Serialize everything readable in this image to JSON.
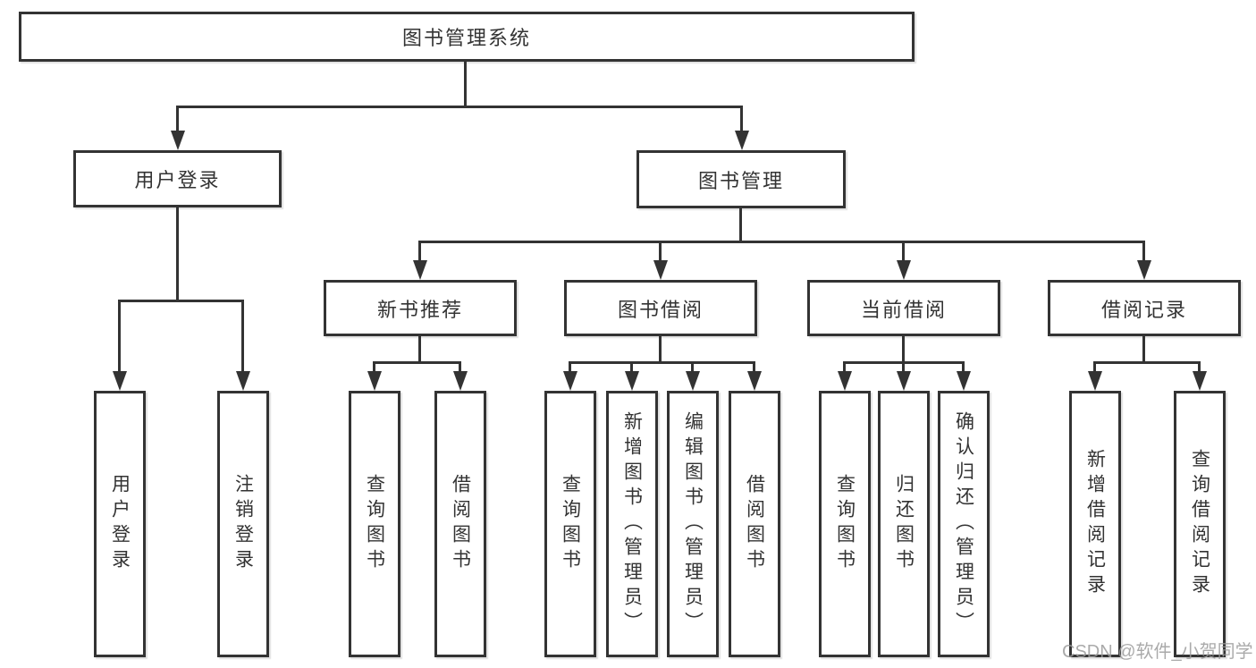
{
  "colors": {
    "line": "#333333",
    "text": "#333333",
    "background": "#ffffff",
    "watermark": "#9b9b9b"
  },
  "watermark": {
    "text": "CSDN @软件_小贺同学"
  },
  "diagram": {
    "root": {
      "label": "图书管理系统"
    },
    "level2": [
      {
        "label": "用户登录"
      },
      {
        "label": "图书管理"
      }
    ],
    "level3": [
      {
        "label": "新书推荐"
      },
      {
        "label": "图书借阅"
      },
      {
        "label": "当前借阅"
      },
      {
        "label": "借阅记录"
      }
    ],
    "leaves": {
      "user_login": [
        {
          "label": "用户登录"
        },
        {
          "label": "注销登录"
        }
      ],
      "new_book_recommend": [
        {
          "label": "查询图书"
        },
        {
          "label": "借阅图书"
        }
      ],
      "book_borrow": [
        {
          "label": "查询图书"
        },
        {
          "label": "新增图书（管理员）"
        },
        {
          "label": "编辑图书（管理员）"
        },
        {
          "label": "借阅图书"
        }
      ],
      "current_borrow": [
        {
          "label": "查询图书"
        },
        {
          "label": "归还图书"
        },
        {
          "label": "确认归还（管理员）"
        }
      ],
      "borrow_records": [
        {
          "label": "新增借阅记录"
        },
        {
          "label": "查询借阅记录"
        }
      ]
    }
  }
}
